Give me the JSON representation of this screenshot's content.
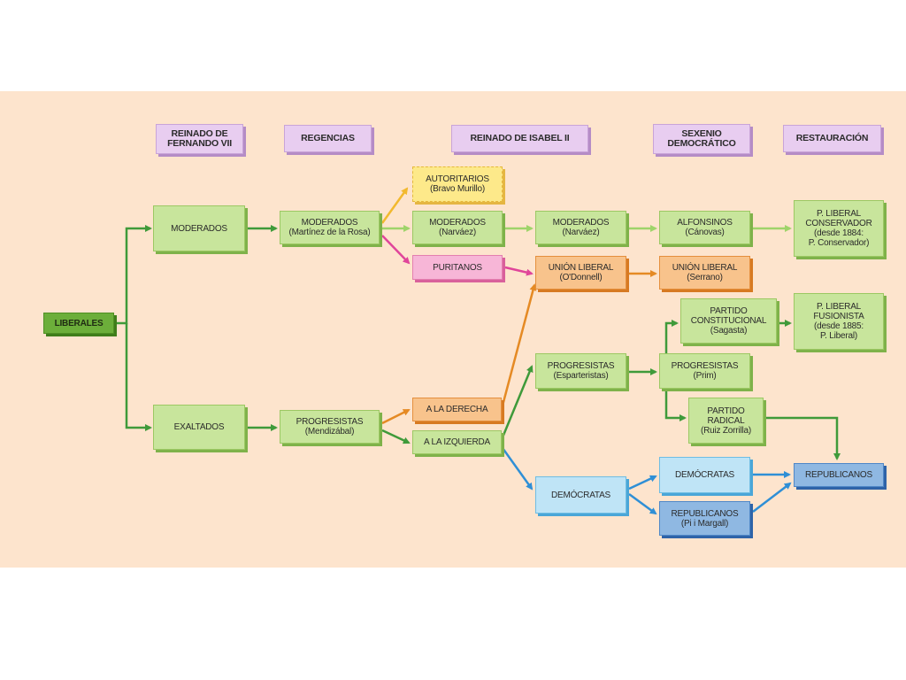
{
  "headers": [
    {
      "id": "fernando",
      "lines": [
        "REINADO DE",
        "FERNANDO VII"
      ]
    },
    {
      "id": "regencias",
      "lines": [
        "REGENCIAS"
      ]
    },
    {
      "id": "isabel",
      "lines": [
        "REINADO DE ISABEL II"
      ]
    },
    {
      "id": "sexenio",
      "lines": [
        "SEXENIO",
        "DEMOCRÁTICO"
      ]
    },
    {
      "id": "restauracion",
      "lines": [
        "RESTAURACIÓN"
      ]
    }
  ],
  "nodes": {
    "liberales": [
      "LIBERALES"
    ],
    "moderados": [
      "MODERADOS"
    ],
    "exaltados": [
      "EXALTADOS"
    ],
    "moderados_mr": [
      "MODERADOS",
      "(Martínez de la Rosa)"
    ],
    "progresistas_m": [
      "PROGRESISTAS",
      "(Mendizábal)"
    ],
    "autoritarios": [
      "AUTORITARIOS",
      "(Bravo Murillo)"
    ],
    "moderados_n1": [
      "MODERADOS",
      "(Narváez)"
    ],
    "puritanos": [
      "PURITANOS"
    ],
    "derecha": [
      "A LA DERECHA"
    ],
    "izquierda": [
      "A LA IZQUIERDA"
    ],
    "moderados_n2": [
      "MODERADOS",
      "(Narváez)"
    ],
    "union_od": [
      "UNIÓN LIBERAL",
      "(O'Donnell)"
    ],
    "progresistas_e": [
      "PROGRESISTAS",
      "(Esparteristas)"
    ],
    "democratas1": [
      "DEMÓCRATAS"
    ],
    "alfonsinos": [
      "ALFONSINOS",
      "(Cánovas)"
    ],
    "union_s": [
      "UNIÓN LIBERAL",
      "(Serrano)"
    ],
    "constitucional": [
      "PARTIDO",
      "CONSTITUCIONAL",
      "(Sagasta)"
    ],
    "progresistas_p": [
      "PROGRESISTAS",
      "(Prim)"
    ],
    "radical": [
      "PARTIDO",
      "RADICAL",
      "(Ruiz Zorrilla)"
    ],
    "democratas2": [
      "DEMÓCRATAS"
    ],
    "republicanos_pi": [
      "REPUBLICANOS",
      "(Pi i Margall)"
    ],
    "conservador": [
      "P. LIBERAL",
      "CONSERVADOR",
      "(desde 1884:",
      "P. Conservador)"
    ],
    "fusionista": [
      "P. LIBERAL",
      "FUSIONISTA",
      "(desde 1885:",
      "P. Liberal)"
    ],
    "republicanos": [
      "REPUBLICANOS"
    ]
  },
  "colors": {
    "panel": "#fde4cd",
    "green_arrow": "#3f9a3a",
    "light_green_arrow": "#9fd46a",
    "yellow_arrow": "#f2b92e",
    "pink_arrow": "#e0459a",
    "orange_arrow": "#e58a24",
    "blue_arrow": "#2f8fd6"
  }
}
